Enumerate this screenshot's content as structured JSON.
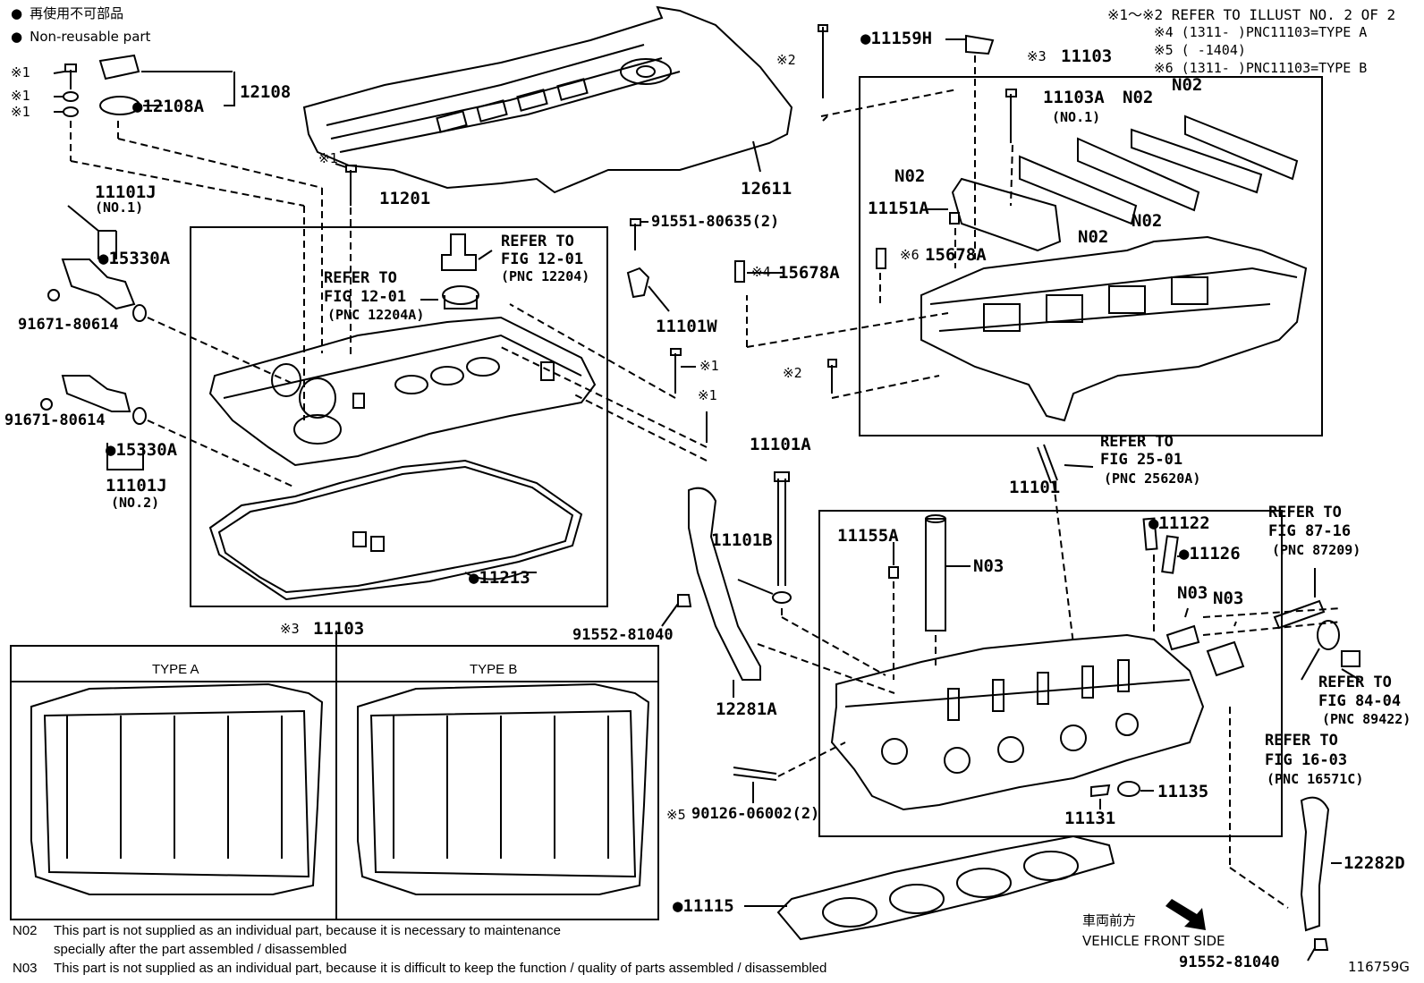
{
  "legend": {
    "line1": "再使用不可部品",
    "line2": "Non-reusable part"
  },
  "top_notes": [
    "※1～※2  REFER TO ILLUST NO. 2 OF 2",
    "※4 (1311-      )PNC11103=TYPE A",
    "※5 (       -1404)",
    "※6 (1311-      )PNC11103=TYPE B"
  ],
  "labels": {
    "p12108": "12108",
    "p12108A": "12108A",
    "p11101J_1": "11101J",
    "no1": "(NO.1)",
    "p15330A_1": "15330A",
    "p91671_1": "91671-80614",
    "p91671_2": "91671-80614",
    "p15330A_2": "15330A",
    "p11101J_2": "11101J",
    "no2": "(NO.2)",
    "p11201": "11201",
    "p12611": "12611",
    "refer_fig12_a_1": "REFER TO",
    "refer_fig12_a_2": "FIG 12-01",
    "refer_fig12_a_3": "(PNC 12204A)",
    "refer_fig12_b_1": "REFER TO",
    "refer_fig12_b_2": "FIG 12-01",
    "refer_fig12_b_3": "(PNC 12204)",
    "p91551": "91551-80635(2)",
    "p11101W": "11101W",
    "p15678A_1": "15678A",
    "p11213": "11213",
    "p11159H": "11159H",
    "p11103_top": "11103",
    "p11103A": "11103A",
    "no1b": "(NO.1)",
    "n02_a": "N02",
    "n02_b": "N02",
    "n02_c": "N02",
    "n02_d": "N02",
    "n02_e": "N02",
    "p11151A": "11151A",
    "p15678A_2": "15678A",
    "refer_fig25_1": "REFER TO",
    "refer_fig25_2": "FIG 25-01",
    "refer_fig25_3": "(PNC 25620A)",
    "p11101A": "11101A",
    "p11101B": "11101B",
    "p91552_1": "91552-81040",
    "p12281A": "12281A",
    "p11101": "11101",
    "p11155A": "11155A",
    "n03_a": "N03",
    "n03_b": "N03",
    "n03_c": "N03",
    "p11122": "11122",
    "p11126": "11126",
    "refer_fig87_1": "REFER TO",
    "refer_fig87_2": "FIG 87-16",
    "refer_fig87_3": "(PNC 87209)",
    "refer_fig84_1": "REFER TO",
    "refer_fig84_2": "FIG 84-04",
    "refer_fig84_3": "(PNC 89422)",
    "refer_fig16_1": "REFER TO",
    "refer_fig16_2": "FIG 16-03",
    "refer_fig16_3": "(PNC 16571C)",
    "p11135": "11135",
    "p11131": "11131",
    "p90126": "90126-06002(2)",
    "p11103_bottom": "11103",
    "type_a": "TYPE A",
    "type_b": "TYPE B",
    "p11115": "11115",
    "p12282D": "12282D",
    "p91552_2": "91552-81040",
    "front_jp": "車両前方",
    "front_en": "VEHICLE FRONT SIDE",
    "illus_no": "116759G"
  },
  "marks": {
    "m1": "※1",
    "m2": "※2",
    "m3": "※3",
    "m4": "※4",
    "m5": "※5",
    "m6": "※6"
  },
  "footnotes": {
    "n02_code": "N02",
    "n02_line1": "This part is not supplied as an individual part, because it is necessary to maintenance",
    "n02_line2": "specially after the part assembled / disassembled",
    "n03_code": "N03",
    "n03_line1": "This part is not supplied as an individual part, because it is difficult to keep the function / quality of parts  assembled / disassembled"
  }
}
